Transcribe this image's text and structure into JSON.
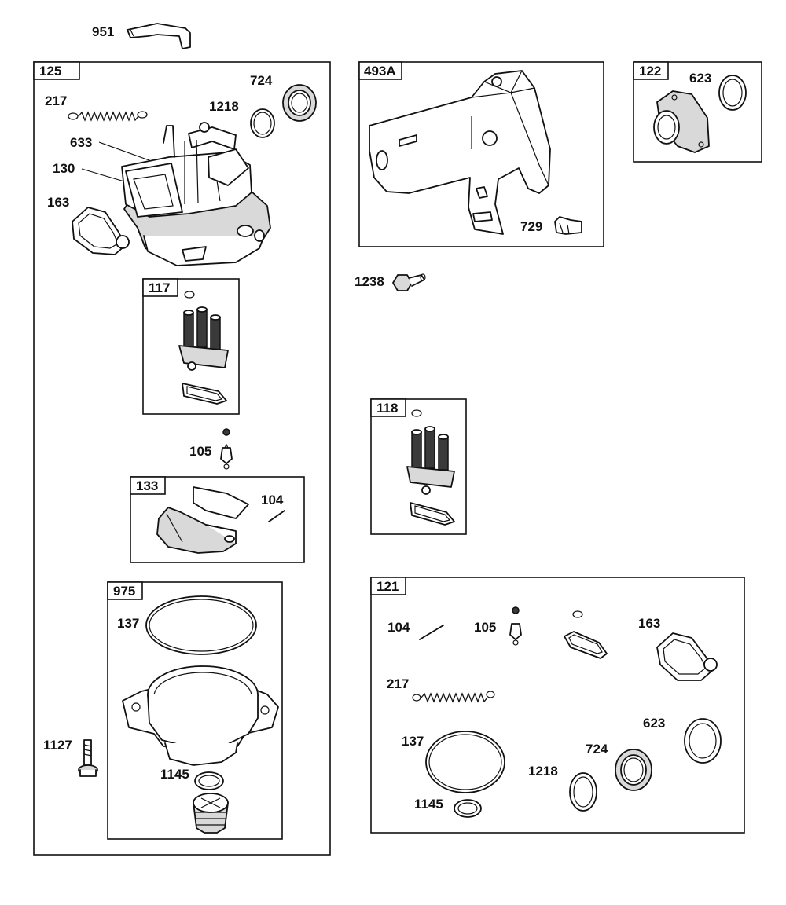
{
  "groups": {
    "g125": "125",
    "g493a": "493A",
    "g122": "122",
    "g117": "117",
    "g133": "133",
    "g975": "975",
    "g118": "118",
    "g121": "121"
  },
  "callouts": {
    "p951": "951",
    "p217": "217",
    "p724": "724",
    "p1218": "1218",
    "p633": "633",
    "p130": "130",
    "p163": "163",
    "p105": "105",
    "p104": "104",
    "p137": "137",
    "p1127": "1127",
    "p1145": "1145",
    "p623": "623",
    "p729": "729",
    "p1238": "1238",
    "k121_104": "104",
    "k121_105": "105",
    "k121_163": "163",
    "k121_217": "217",
    "k121_623": "623",
    "k121_137": "137",
    "k121_724": "724",
    "k121_1218": "1218",
    "k121_1145": "1145"
  },
  "colors": {
    "ink": "#111111",
    "paper": "#ffffff",
    "shade": "#d9d9d9",
    "dark": "#3a3a3a"
  }
}
